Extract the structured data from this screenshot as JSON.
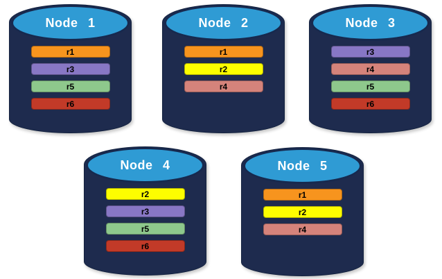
{
  "diagram": {
    "background_color": "#ffffff",
    "cylinder": {
      "body_color": "#1E2B4E",
      "top_color": "#2F9BD4",
      "outline_color": "#17294E",
      "label_color": "#ffffff",
      "bar_text_color": "#000000"
    },
    "replica_colors": {
      "r1": "#F7941E",
      "r2": "#FDFE00",
      "r3": "#8877C5",
      "r4": "#D5837B",
      "r5": "#8EC88C",
      "r6": "#C23A28"
    },
    "nodes": [
      {
        "label": "Node 1",
        "replicas": [
          {
            "id": "r1",
            "color": "#F7941E"
          },
          {
            "id": "r3",
            "color": "#8877C5"
          },
          {
            "id": "r5",
            "color": "#8EC88C"
          },
          {
            "id": "r6",
            "color": "#C23A28"
          }
        ]
      },
      {
        "label": "Node 2",
        "replicas": [
          {
            "id": "r1",
            "color": "#F7941E"
          },
          {
            "id": "r2",
            "color": "#FDFE00"
          },
          {
            "id": "r4",
            "color": "#D5837B"
          }
        ]
      },
      {
        "label": "Node 3",
        "replicas": [
          {
            "id": "r3",
            "color": "#8877C5"
          },
          {
            "id": "r4",
            "color": "#D5837B"
          },
          {
            "id": "r5",
            "color": "#8EC88C"
          },
          {
            "id": "r6",
            "color": "#C23A28"
          }
        ]
      },
      {
        "label": "Node 4",
        "replicas": [
          {
            "id": "r2",
            "color": "#FDFE00"
          },
          {
            "id": "r3",
            "color": "#8877C5"
          },
          {
            "id": "r5",
            "color": "#8EC88C"
          },
          {
            "id": "r6",
            "color": "#C23A28"
          }
        ]
      },
      {
        "label": "Node 5",
        "replicas": [
          {
            "id": "r1",
            "color": "#F7941E"
          },
          {
            "id": "r2",
            "color": "#FDFE00"
          },
          {
            "id": "r4",
            "color": "#D5837B"
          }
        ]
      }
    ]
  }
}
